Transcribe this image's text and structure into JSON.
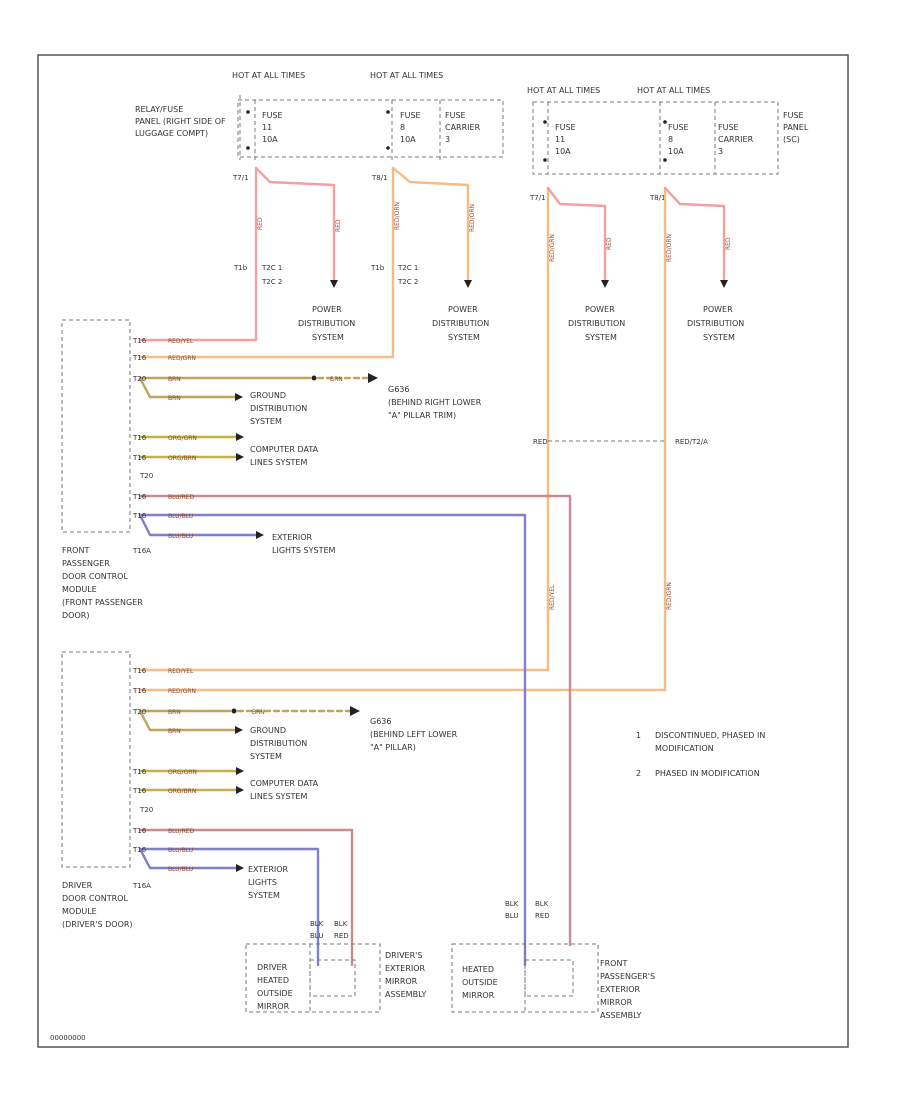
{
  "diagram_id": "00000000",
  "fuse_boxes": {
    "b1_hot": "HOT AT ALL TIMES",
    "b2_hot": "HOT AT ALL TIMES",
    "b3_hot": "HOT AT ALL TIMES",
    "b4_hot": "HOT AT ALL TIMES",
    "relay_panel_label": [
      "RELAY/FUSE",
      "PANEL (RIGHT SIDE OF",
      "LUGGAGE COMPT)"
    ],
    "b1_fuse": [
      "FUSE",
      "11",
      "10A"
    ],
    "b2_fuse": [
      "FUSE",
      "8",
      "10A"
    ],
    "b2_carrier": [
      "FUSE",
      "CARRIER",
      "3"
    ],
    "b3_fuse": [
      "FUSE",
      "11",
      "10A"
    ],
    "b4_fuse": [
      "FUSE",
      "8",
      "10A"
    ],
    "b4_carrier": [
      "FUSE",
      "CARRIER",
      "3"
    ],
    "fuse_panel_label": [
      "FUSE",
      "PANEL",
      "(SC)"
    ]
  },
  "wires_top": {
    "red": "RED",
    "redorn": "RED/ORN",
    "redgrn": "RED/GRN",
    "c1a": "T1b",
    "c1b": "T2C 1",
    "c1c": "T2C 2",
    "c2a": "T1b",
    "c2b": "T2C 1",
    "c2c": "T2C 2",
    "pin1": "T7/1",
    "pin2": "T8/1",
    "pin3": "T7/1",
    "pin4": "T8/1"
  },
  "power_distribution": [
    "POWER",
    "DISTRIBUTION",
    "SYSTEM"
  ],
  "front_passenger_module": {
    "t20": "T20",
    "t16": "T16A",
    "label": [
      "FRONT",
      "PASSENGER",
      "DOOR CONTROL",
      "MODULE",
      "(FRONT PASSENGER",
      "DOOR)"
    ],
    "wires": [
      "RED/YEL",
      "RED/GRN",
      "BRN",
      "BRN",
      "ORG/GRN",
      "ORG/BRN",
      "BLU/RED",
      "BLU/BLU",
      "BLU/BLU"
    ],
    "pins": [
      "T16",
      "T16",
      "T20",
      "",
      "T16",
      "T16",
      "T16",
      "T16",
      ""
    ],
    "g_splice": "BRN",
    "ground_label": [
      "G636",
      "(BEHIND RIGHT LOWER",
      "\"A\" PILLAR TRIM)"
    ],
    "ground_dist": [
      "GROUND",
      "DISTRIBUTION",
      "SYSTEM"
    ],
    "computer_lines": [
      "COMPUTER DATA",
      "LINES SYSTEM"
    ],
    "exterior_lights": [
      "EXTERIOR",
      "LIGHTS SYSTEM"
    ]
  },
  "driver_module": {
    "t20": "T20",
    "t16": "T16A",
    "label": [
      "DRIVER",
      "DOOR CONTROL",
      "MODULE",
      "(DRIVER'S DOOR)"
    ],
    "wires": [
      "RED/YEL",
      "RED/GRN",
      "BRN",
      "BRN",
      "ORG/GRN",
      "ORG/BRN",
      "BLU/RED",
      "BLU/BLU",
      "BLU/BLU"
    ],
    "pins": [
      "T16",
      "T16",
      "T20",
      "",
      "T16",
      "T16",
      "T16",
      "T16",
      ""
    ],
    "g_splice": "BRN",
    "ground_label": [
      "G636",
      "(BEHIND LEFT LOWER",
      "\"A\" PILLAR)"
    ],
    "ground_dist": [
      "GROUND",
      "DISTRIBUTION",
      "SYSTEM"
    ],
    "computer_lines": [
      "COMPUTER DATA",
      "LINES SYSTEM"
    ],
    "exterior_lights": [
      "EXTERIOR",
      "LIGHTS",
      "SYSTEM"
    ]
  },
  "middle": {
    "red_label": "RED",
    "redorn_label": "RED/T2/A",
    "vlabel_a": "RED/YEL",
    "vlabel_b": "RED/GRN"
  },
  "notes": [
    {
      "num": "1",
      "text": [
        "DISCONTINUED, PHASED IN",
        "MODIFICATION"
      ]
    },
    {
      "num": "2",
      "text": [
        "PHASED IN MODIFICATION"
      ]
    }
  ],
  "mirrors": {
    "driver_heated": [
      "DRIVER",
      "HEATED",
      "OUTSIDE",
      "MIRROR"
    ],
    "driver_assembly": [
      "DRIVER'S",
      "EXTERIOR",
      "MIRROR",
      "ASSEMBLY"
    ],
    "pass_heated": [
      "HEATED",
      "OUTSIDE",
      "MIRROR"
    ],
    "pass_assembly": [
      "FRONT",
      "PASSENGER'S",
      "EXTERIOR",
      "MIRROR",
      "ASSEMBLY"
    ],
    "driver_wire_labels": [
      "BLK",
      "BLK",
      "BLU",
      "RED"
    ],
    "pass_wire_labels": [
      "BLK",
      "BLK",
      "BLU",
      "RED"
    ]
  },
  "colors": {
    "red": "#f2a0a0",
    "red_orange": "#f6bb86",
    "red_green": "#e9c98c",
    "brown": "#bfa45a",
    "orange_green": "#c9b040",
    "blue_red": "#c98a92",
    "blue": "#7f7fcc"
  }
}
